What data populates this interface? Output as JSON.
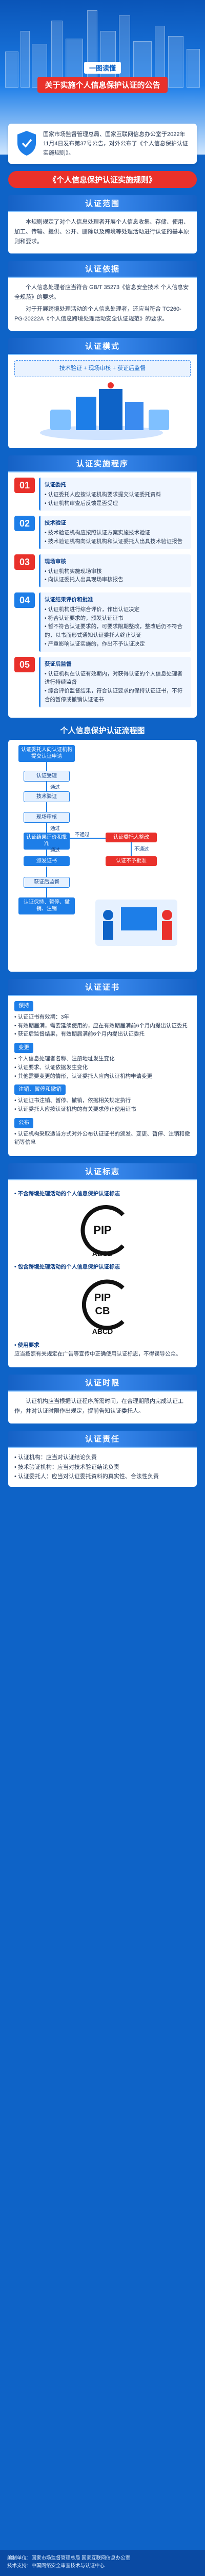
{
  "hero": {
    "badge": "一图读懂",
    "title": "关于实施个人信息保护认证的公告"
  },
  "notice": {
    "text": "国家市场监督管理总局、国家互联网信息办公室于2022年11月4日发布第37号公告，对外公布了《个人信息保护认证实施规则》。"
  },
  "rules_title": "《个人信息保护认证实施规则》",
  "sections": {
    "scope": {
      "head": "认证范围",
      "text": "本规则规定了对个人信息处理者开展个人信息收集、存储、使用、加工、传输、提供、公开、删除以及跨境等处理活动进行认证的基本原则和要求。"
    },
    "basis": {
      "head": "认证依据",
      "p1": "个人信息处理者应当符合 GB/T 35273《信息安全技术 个人信息安全规范》的要求。",
      "p2": "对于开展跨境处理活动的个人信息处理者，还应当符合 TC260-PG-20222A《个人信息跨境处理活动安全认证规范》的要求。"
    },
    "mode": {
      "head": "认证模式",
      "text": "技术验证 + 现场审核 + 获证后监督"
    },
    "process": {
      "head": "认证实施程序",
      "steps": [
        {
          "num": "01",
          "title": "认证委托",
          "lines": [
            "• 认证委托人应按认证机构要求提交认证委托资料",
            "• 认证机构审查后反馈是否受理"
          ]
        },
        {
          "num": "02",
          "title": "技术验证",
          "lines": [
            "• 技术验证机构应按照认证方案实施技术验证",
            "• 技术验证机构向认证机构和认证委托人出具技术验证报告"
          ]
        },
        {
          "num": "03",
          "title": "现场审核",
          "lines": [
            "• 认证机构实施现场审核",
            "• 向认证委托人出具现场审核报告"
          ]
        },
        {
          "num": "04",
          "title": "认证结果评价和批准",
          "lines": [
            "• 认证机构进行综合评价，作出认证决定",
            "• 符合认证要求的，颁发认证证书",
            "• 暂不符合认证要求的，可要求限期整改，整改后仍不符合的，以书面形式通知认证委托人终止认证",
            "• 严重影响认证实施的，作出不予认证决定"
          ]
        },
        {
          "num": "05",
          "title": "获证后监督",
          "lines": [
            "• 认证机构在认证有效期内，对获得认证的个人信息处理者进行持续监督",
            "• 综合评价监督结果，符合认证要求的保持认证证书，不符合的暂停或撤销认证证书"
          ]
        }
      ]
    },
    "flow": {
      "title": "个人信息保护认证流程图",
      "boxes": {
        "apply": "认证委托人向认证机构提交认证申请",
        "accept": "认证受理",
        "tech": "技术验证",
        "onsite": "现场审核",
        "eval": "认证结果评价和批准",
        "cert": "颁发证书",
        "supervise": "获证后监督",
        "maintain": "认证保持、暂停、撤销、注销",
        "rectify": "认证委托人整改",
        "reject": "认证不予批准",
        "pass1": "通过",
        "pass2": "通过",
        "pass3": "通过",
        "fail": "不通过",
        "fail2": "不通过"
      }
    },
    "cert": {
      "head": "认证证书",
      "items": [
        {
          "tag": "保持",
          "lines": [
            "• 认证证书有效期：3年",
            "• 有效期届满，需要延续使用的，应在有效期届满前6个月内提出认证委托",
            "• 获证后监督结果，有效期届满前6个月内提出认证委托"
          ]
        },
        {
          "tag": "变更",
          "lines": [
            "• 个人信息处理者名称、注册地址发生变化",
            "• 认证要求、认证依据发生变化",
            "• 其他需要变更的情形，认证委托人应向认证机构申请变更"
          ]
        },
        {
          "tag": "注销、暂停和撤销",
          "lines": [
            "• 认证证书注销、暂停、撤销，依据相关规定执行",
            "• 认证委托人应按认证机构的有关要求停止使用证书"
          ]
        },
        {
          "tag": "公布",
          "lines": [
            "• 认证机构采取适当方式对外公布认证证书的颁发、变更、暂停、注销和撤销等信息"
          ]
        }
      ]
    },
    "marks": {
      "head": "认证标志",
      "no_cross": "• 不含跨境处理活动的个人信息保护认证标志",
      "cross": "• 包含跨境处理活动的个人信息保护认证标志",
      "mark1_top": "PIP",
      "mark1_bottom": "ABCD",
      "mark2_top": "PIP",
      "mark2_mid": "CB",
      "mark2_bottom": "ABCD",
      "use_title": "• 使用要求",
      "use_text": "应当按照有关规定在广告等宣传中正确使用认证标志，不得误导公众。"
    },
    "duty_cert": {
      "head": "认证时限",
      "text": "认证机构应当根据认证程序所需时间，在合理期限内完成认证工作，并对认证时限作出规定，提前告知认证委托人。"
    },
    "duty": {
      "head": "认证责任",
      "lines": [
        "• 认证机构：应当对认证结论负责",
        "• 技术验证机构：应当对技术验证结论负责",
        "• 认证委托人：应当对认证委托资料的真实性、合法性负责"
      ]
    }
  },
  "footer": {
    "line1": "编制单位：国家市场监督管理总局 国家互联网信息办公室",
    "line2": "技术支持：中国网络安全审查技术与认证中心"
  }
}
